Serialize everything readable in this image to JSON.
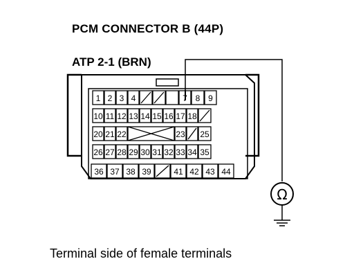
{
  "title": "PCM CONNECTOR B (44P)",
  "wire_label": "ATP 2-1 (BRN)",
  "caption": "Terminal side of female terminals",
  "meter_symbol": "Ω",
  "rows": [
    [
      "1",
      "2",
      "3",
      "4",
      "/",
      "/",
      "",
      "7",
      "8",
      "9"
    ],
    [
      "10",
      "11",
      "12",
      "13",
      "14",
      "15",
      "16",
      "17",
      "18",
      "/"
    ],
    [
      "20",
      "21",
      "22",
      "",
      "",
      "",
      "",
      "23",
      "/",
      "25"
    ],
    [
      "26",
      "27",
      "28",
      "29",
      "30",
      "31",
      "32",
      "33",
      "34",
      "35"
    ],
    [
      "36",
      "37",
      "38",
      "39",
      "/",
      "41",
      "42",
      "43",
      "44"
    ]
  ]
}
